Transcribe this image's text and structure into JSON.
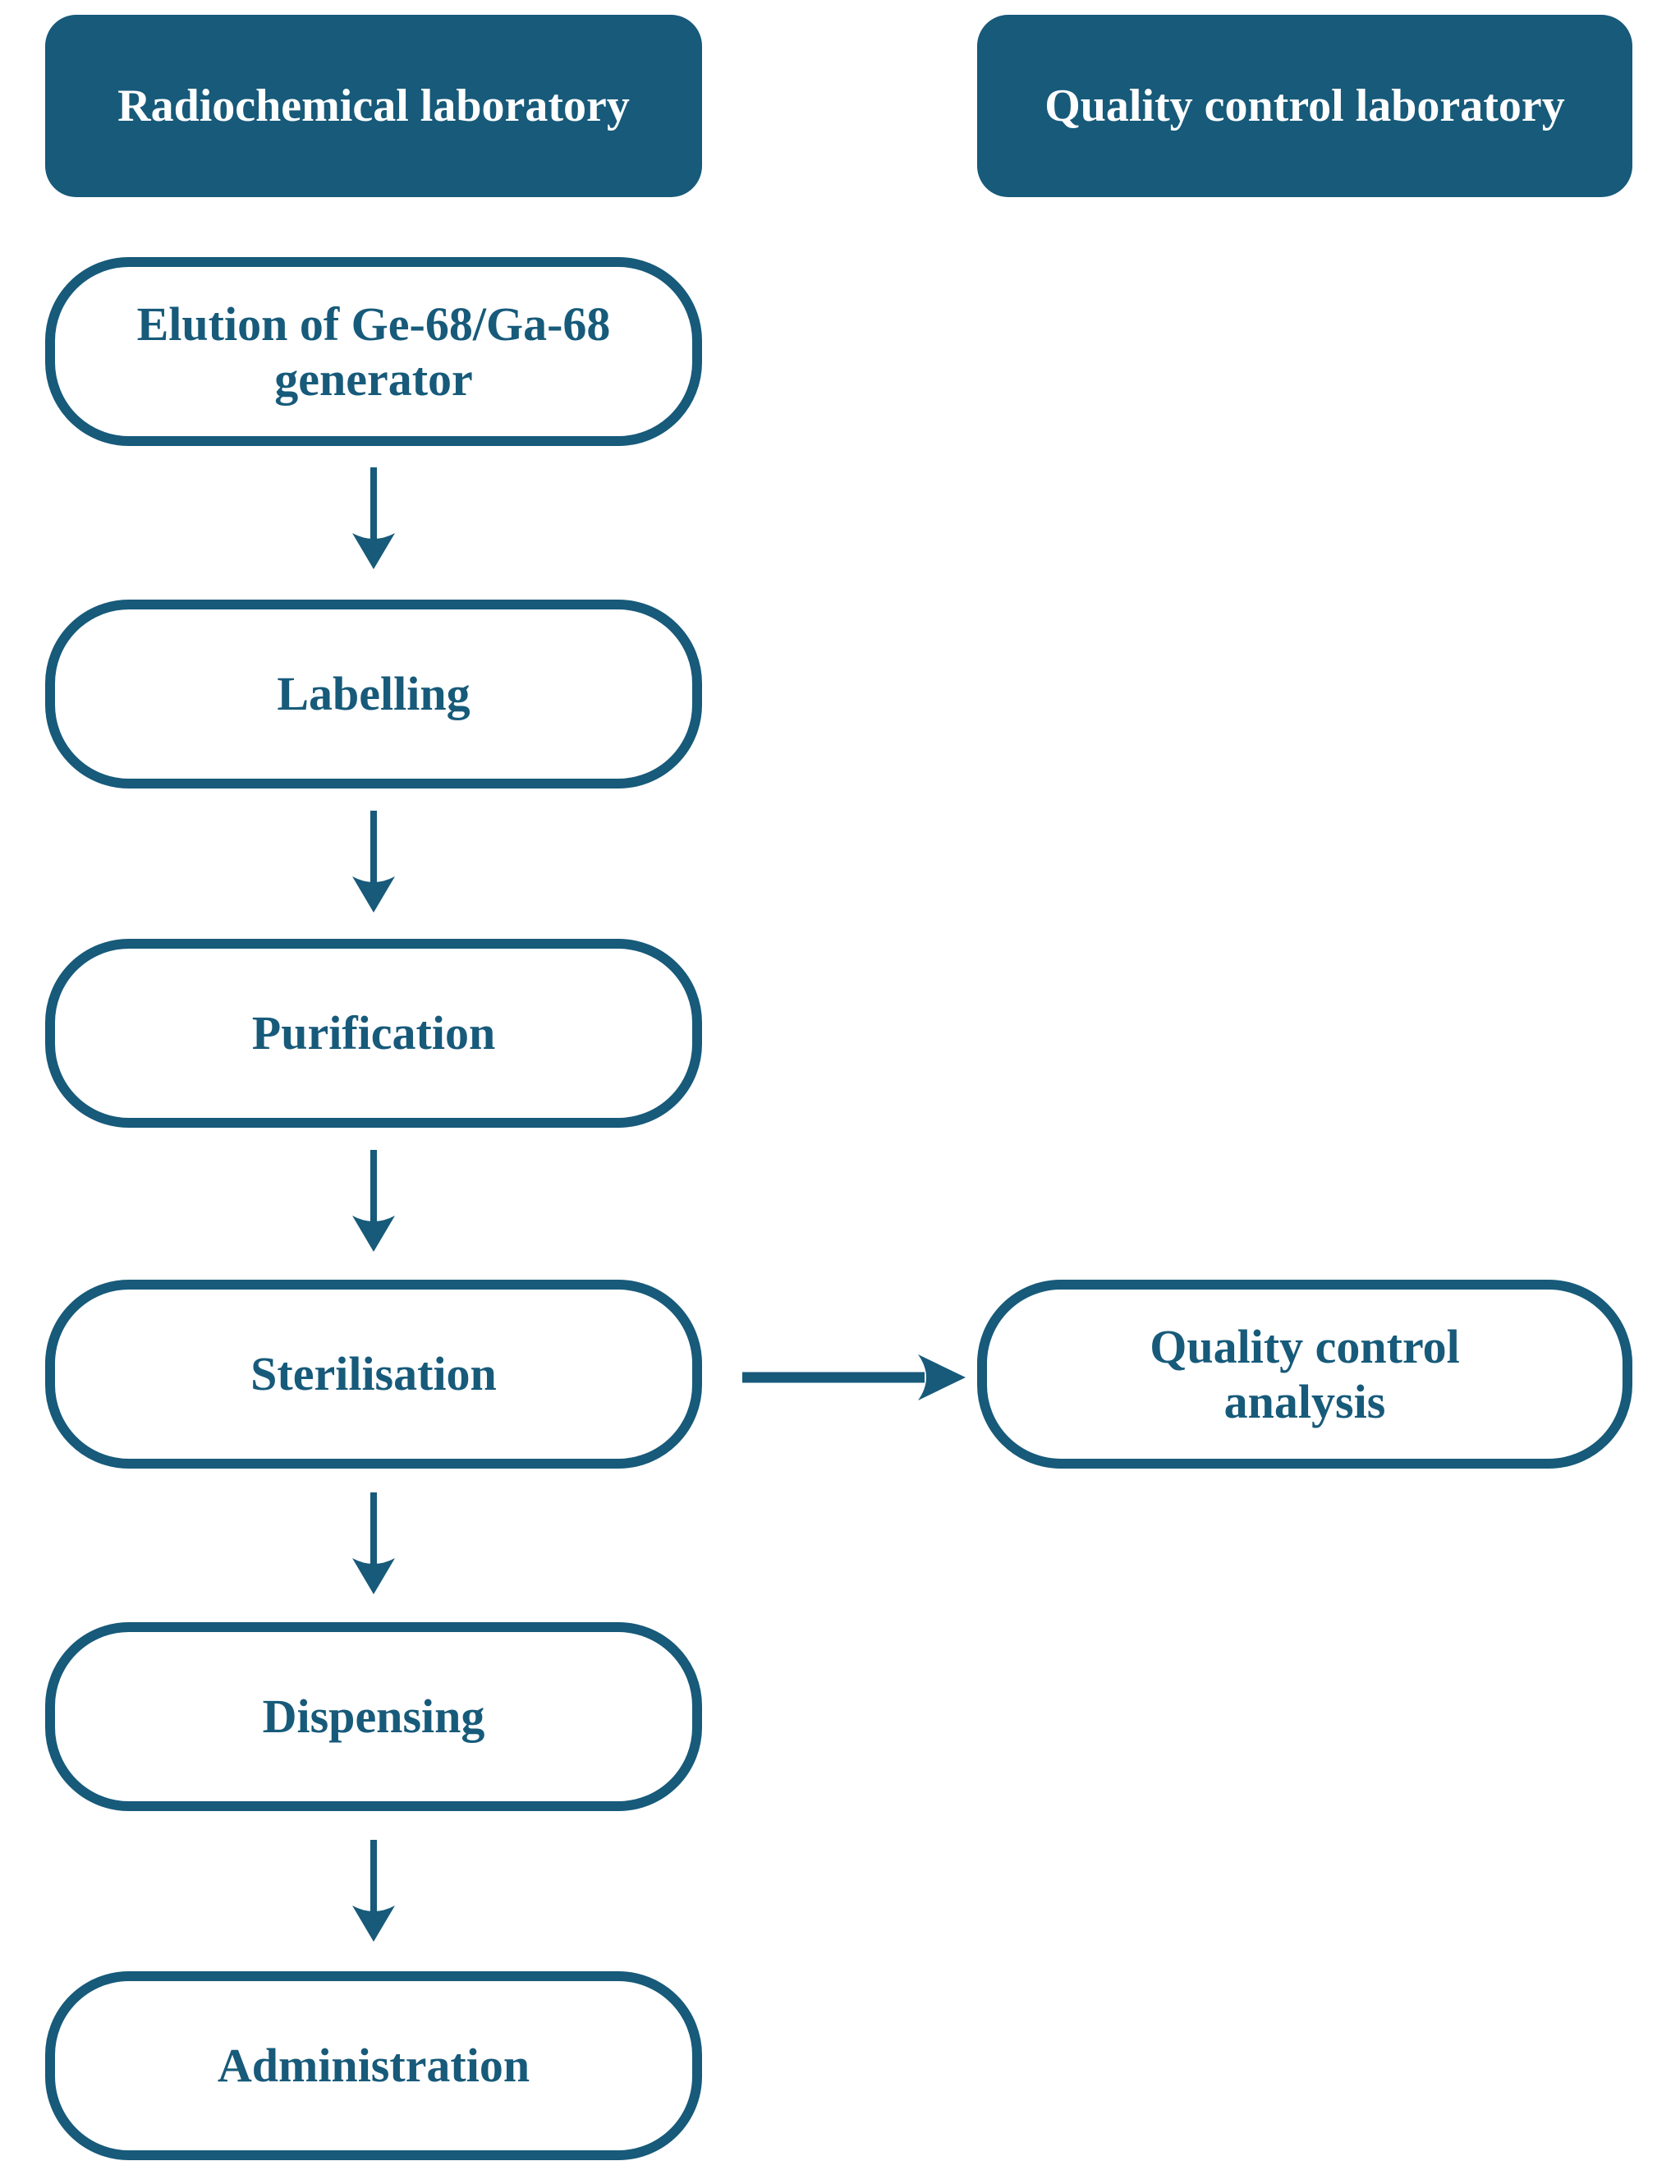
{
  "colors": {
    "accent": "#175A7A",
    "header_text": "#FFFFFF",
    "node_text": "#175A7A",
    "background": "#FFFFFF"
  },
  "columns": {
    "left": {
      "header": "Radiochemical laboratory",
      "steps": [
        "Elution of Ge-68/Ga-68 generator",
        "Labelling",
        "Purification",
        "Sterilisation",
        "Dispensing",
        "Administration"
      ]
    },
    "right": {
      "header": "Quality control laboratory",
      "steps": [
        "Quality control analysis"
      ]
    }
  },
  "edges": [
    {
      "from": "Elution of Ge-68/Ga-68 generator",
      "to": "Labelling",
      "direction": "down"
    },
    {
      "from": "Labelling",
      "to": "Purification",
      "direction": "down"
    },
    {
      "from": "Purification",
      "to": "Sterilisation",
      "direction": "down"
    },
    {
      "from": "Sterilisation",
      "to": "Quality control analysis",
      "direction": "right"
    },
    {
      "from": "Sterilisation",
      "to": "Dispensing",
      "direction": "down"
    },
    {
      "from": "Dispensing",
      "to": "Administration",
      "direction": "down"
    }
  ]
}
